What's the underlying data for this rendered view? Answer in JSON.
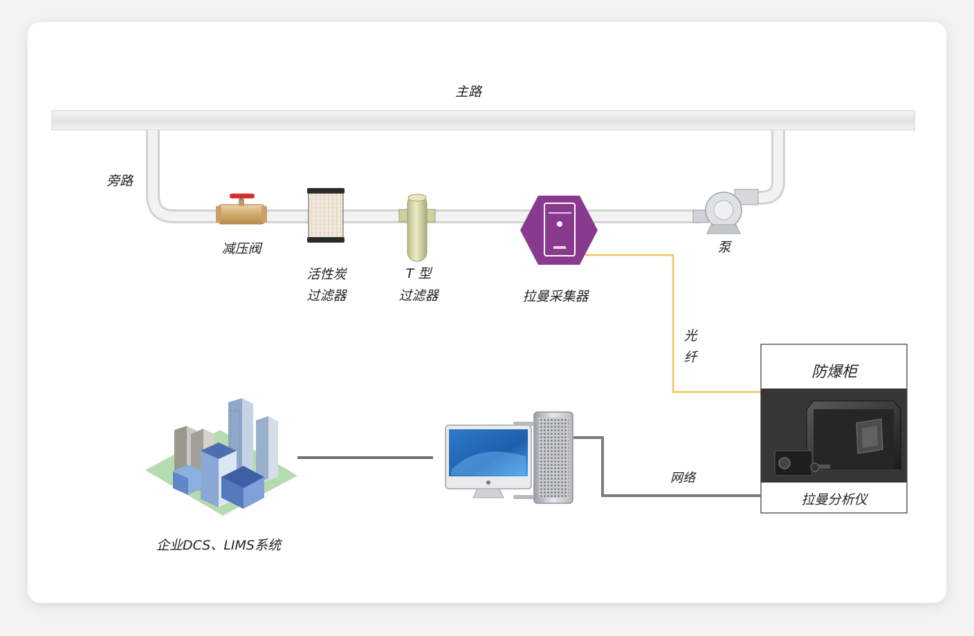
{
  "labels": {
    "main_pipe": "主路",
    "bypass": "旁路",
    "pressure_valve": "减压阀",
    "carbon_filter_line1": "活性炭",
    "carbon_filter_line2": "过滤器",
    "t_filter_line1": "T 型",
    "t_filter_line2": "过滤器",
    "raman_collector": "拉曼采集器",
    "pump": "泵",
    "fiber_line1": "光",
    "fiber_line2": "纤",
    "network": "网络",
    "cabinet_title": "防爆柜",
    "raman_analyzer": "拉曼分析仪",
    "enterprise_system": "企业DCS、LIMS系统"
  },
  "colors": {
    "pipe": "#e6e6e6",
    "fiber": "#f2c35b",
    "network_cable": "#7a7a7a",
    "collector": "#8a3a8e",
    "valve_brass": "#d8b27c",
    "valve_handle": "#d62f2f",
    "t_filter": "#d7d8a6",
    "cabinet_dark": "#333333"
  }
}
